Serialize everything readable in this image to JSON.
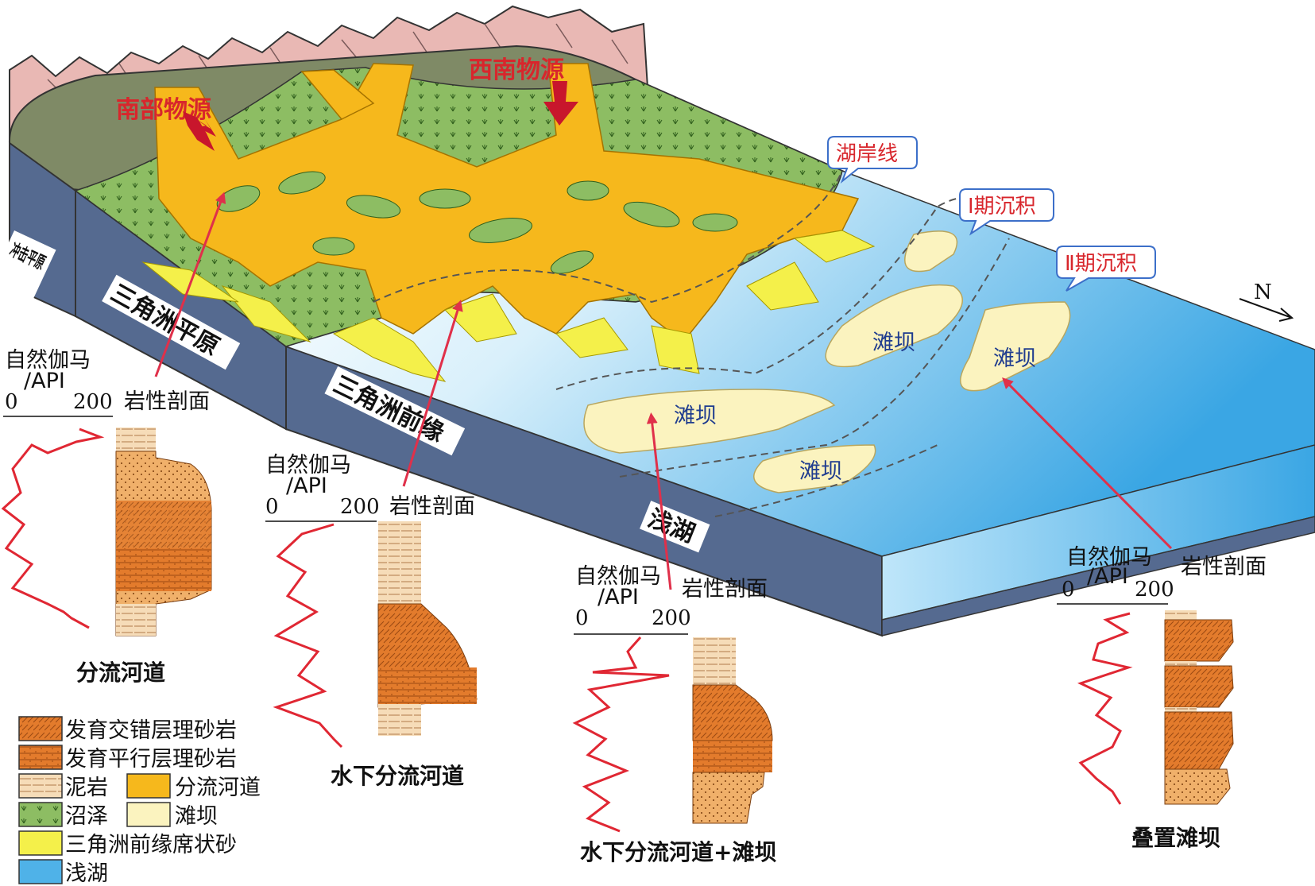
{
  "sources": {
    "south": "南部物源",
    "southwest": "西南物源"
  },
  "callouts": {
    "shoreline": "湖岸线",
    "stage1": "Ⅰ期沉积",
    "stage2": "Ⅱ期沉积"
  },
  "north_label": "N",
  "front_labels": {
    "alluvial_plain": "冲击平原",
    "delta_plain": "三角洲平原",
    "delta_front": "三角洲前缘",
    "shallow_lake": "浅湖"
  },
  "bar_label": "滩坝",
  "log_header": {
    "line1": "自然伽马",
    "line2": "/API",
    "min": "0",
    "max": "200"
  },
  "profile_label": "岩性剖面",
  "captions": {
    "distributary_channel": "分流河道",
    "subaqueous_channel": "水下分流河道",
    "subaqueous_channel_bar": "水下分流河道+滩坝",
    "stacked_bar": "叠置滩坝"
  },
  "legend": [
    {
      "label": "发育交错层理砂岩",
      "color": "#e07a2e",
      "pattern": "cross"
    },
    {
      "label": "发育平行层理砂岩",
      "color": "#e07a2e",
      "pattern": "parallel"
    },
    {
      "label": "泥岩",
      "color": "#f2c79a",
      "pattern": "mud"
    },
    {
      "label": "分流河道",
      "color": "#f6b81c",
      "pattern": "solid"
    },
    {
      "label": "沼泽",
      "color": "#8dbd63",
      "pattern": "marsh"
    },
    {
      "label": "滩坝",
      "color": "#fbf3bf",
      "pattern": "solid"
    },
    {
      "label": "三角洲前缘席状砂",
      "color": "#f4f04a",
      "pattern": "solid"
    },
    {
      "label": "浅湖",
      "color": "#4fb2e8",
      "pattern": "solid"
    }
  ],
  "colors": {
    "mountain": "#e9b8b4",
    "upland": "#7f8a66",
    "marsh": "#8dbd63",
    "channel": "#f6b81c",
    "sheet_sand": "#f4f04a",
    "bar": "#fbf3bf",
    "lake_light": "#d8f0fb",
    "lake_deep": "#3aa6e4",
    "block_side": "#556a90",
    "gamma_curve": "#e02733",
    "arrow": "#e0304a"
  }
}
